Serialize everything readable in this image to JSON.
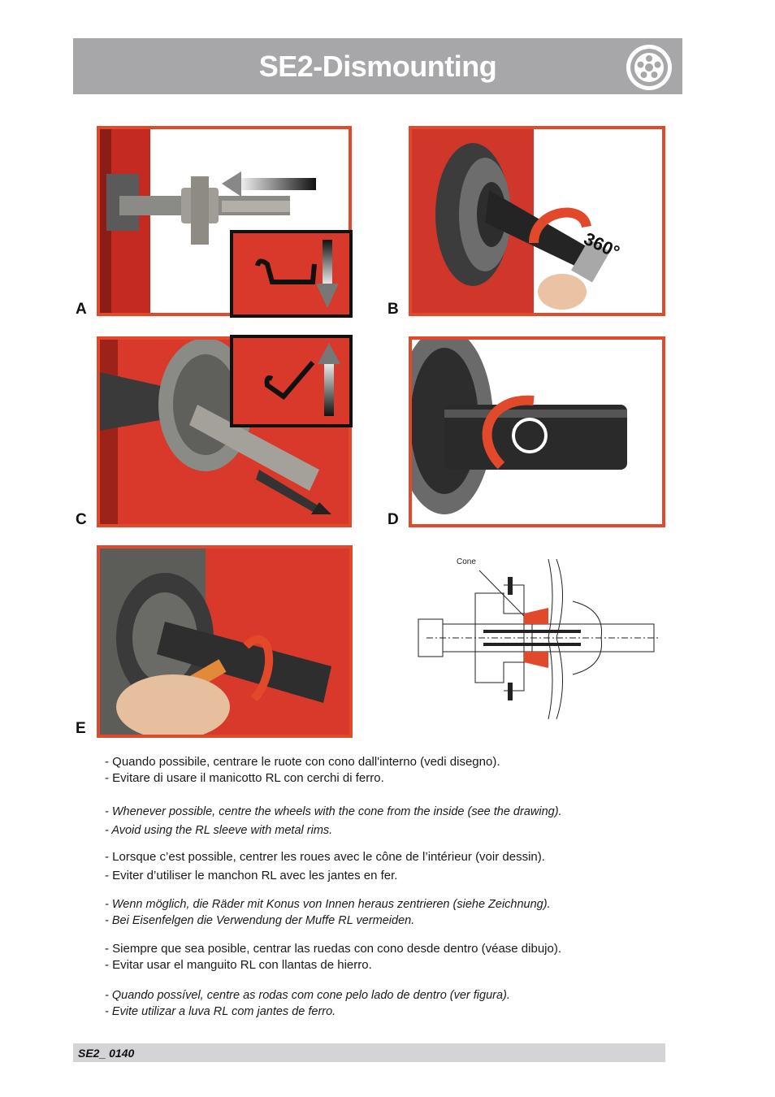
{
  "header": {
    "title": "SE2-Dismounting",
    "icon": "wheel-icon"
  },
  "figures": [
    {
      "letter": "A"
    },
    {
      "letter": "B",
      "rotation_label": "360°"
    },
    {
      "letter": "C"
    },
    {
      "letter": "D"
    },
    {
      "letter": "E"
    }
  ],
  "diagram": {
    "cone_label": "Cone"
  },
  "paragraphs": {
    "it": [
      "- Quando possibile, centrare le ruote con cono dall'interno (vedi disegno).",
      "- Evitare di usare il manicotto RL con cerchi di ferro."
    ],
    "en": [
      "- Whenever possible, centre the wheels with the cone from the inside (see the drawing).",
      "- Avoid using the RL sleeve with metal rims."
    ],
    "fr": [
      "- Lorsque c’est possible, centrer les roues avec le cône de l’intérieur (voir dessin).",
      "- Eviter d’utiliser le manchon RL avec les jantes en fer."
    ],
    "de": [
      "- Wenn möglich, die Räder mit Konus von Innen heraus zentrieren (siehe Zeichnung).",
      "- Bei Eisenfelgen die Verwendung der Muffe RL vermeiden."
    ],
    "es": [
      "- Siempre que sea posible, centrar las ruedas con cono desde dentro (véase dibujo).",
      "- Evitar usar el manguito RL con llantas de hierro."
    ],
    "pt": [
      "- Quando possível, centre as rodas com cone pelo lado de dentro (ver figura).",
      "- Evite utilizar a luva RL com jantes de ferro."
    ]
  },
  "footer": {
    "code": "SE2_ 0140"
  },
  "colors": {
    "header_bg": "#a7a7a9",
    "frame": "#e2492a",
    "machine_red": "#d8392a",
    "footer_bg": "#d4d4d6"
  }
}
